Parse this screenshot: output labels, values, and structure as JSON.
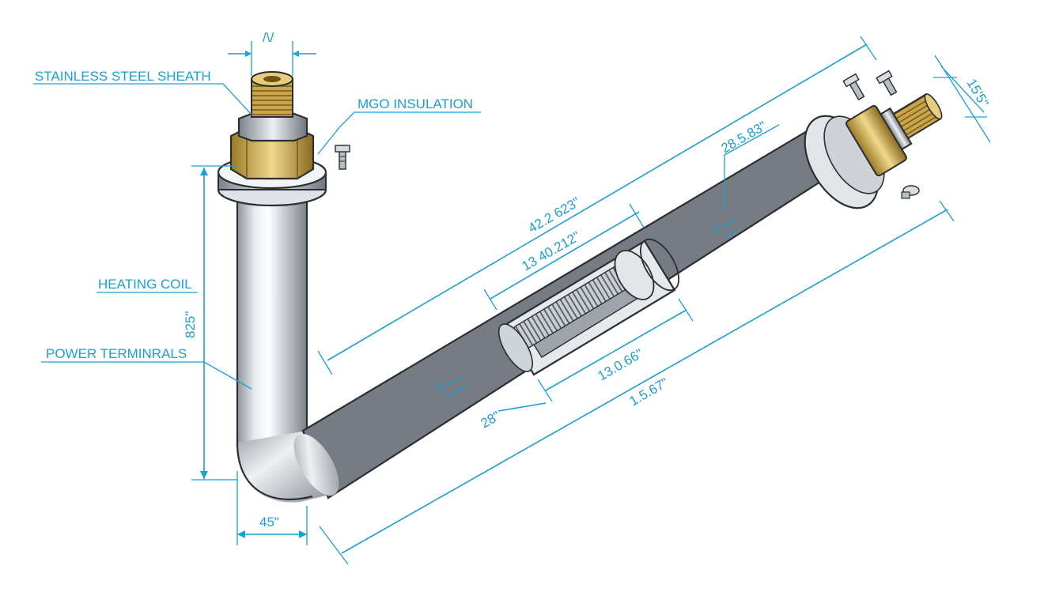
{
  "labels": {
    "sheath": "STAINLESS STEEL SHEATH",
    "insulation": "MGO INSULATION",
    "coil": "HEATING COIL",
    "terminals": "POWER TERMINRALS"
  },
  "dimensions": {
    "top_thread": "/\\/",
    "vertical_leg": "825\"",
    "bend_width": "45\"",
    "overall_top": "42.2 623\"",
    "inner_top": "13 40.212\"",
    "upper_section": "28.5.83\"",
    "right_fitting": "15'5\"",
    "coil_length": "13.0.66\"",
    "lower_offset": "28\"",
    "overall_bottom": "1.5.67\""
  },
  "colors": {
    "annotation": "#1ba0d3",
    "brass": "#c9a64a",
    "steel": "#c8ccd1",
    "outline": "#2b2f33"
  }
}
